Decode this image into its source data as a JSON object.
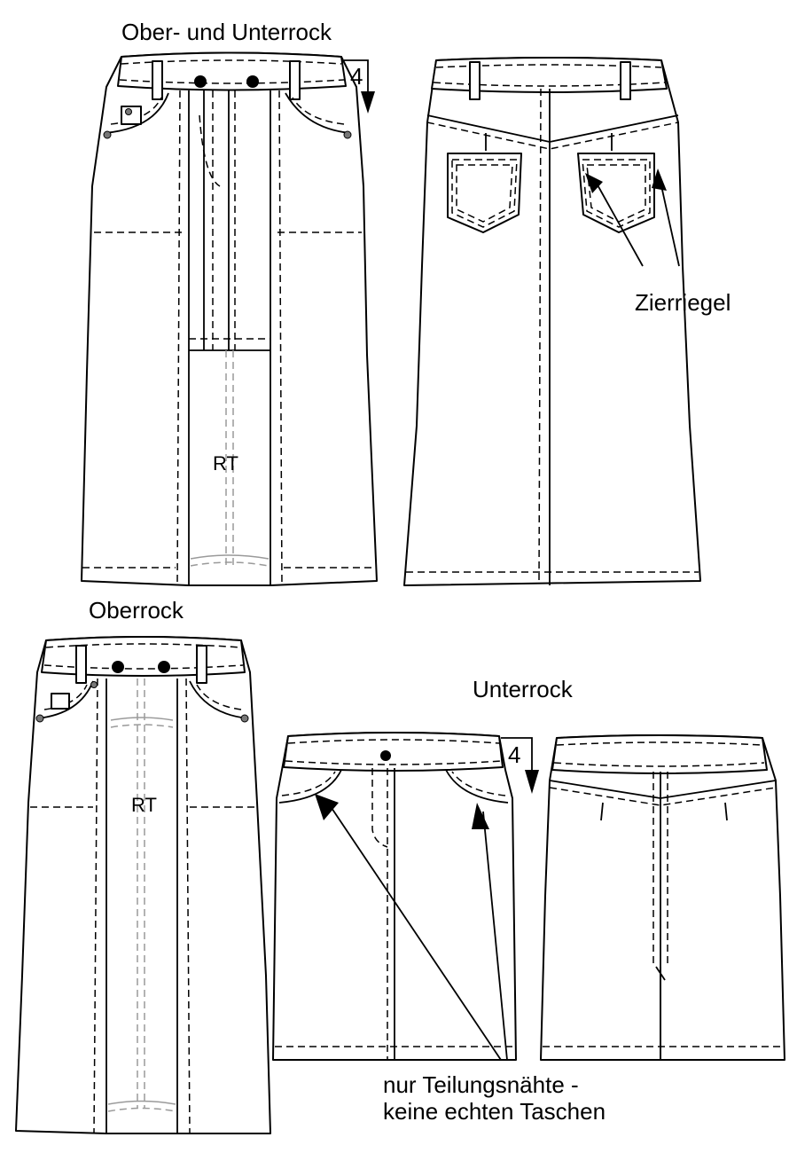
{
  "labels": {
    "top_title": "Ober- und Unterrock",
    "overskirt_title": "Oberrock",
    "underskirt_title": "Unterrock",
    "rt_top": "RT",
    "rt_bottom": "RT",
    "length_top": "4",
    "length_bottom": "4",
    "decor_tacks": "Zierriegel",
    "note_line1": "nur Teilungsnähte -",
    "note_line2": "keine echten Taschen"
  },
  "colors": {
    "line": "#000000",
    "lining": "#9a9a9a",
    "background": "#ffffff"
  }
}
